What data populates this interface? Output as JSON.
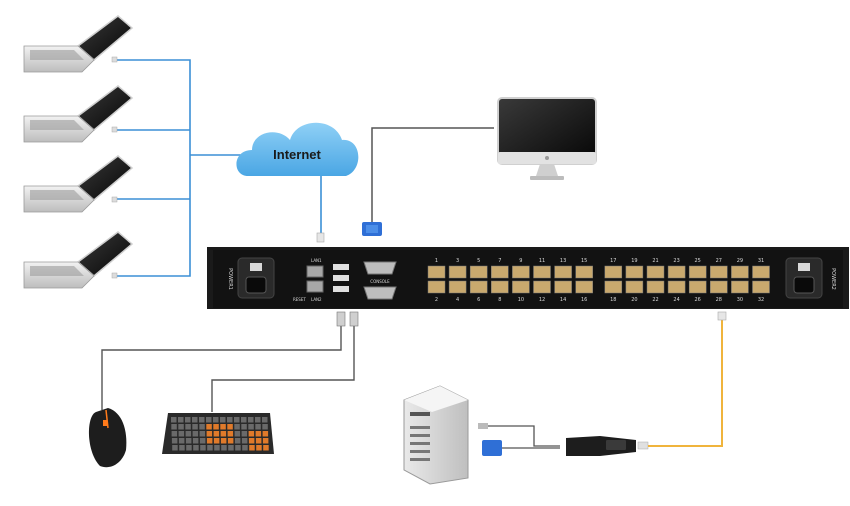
{
  "cloud": {
    "label": "Internet"
  },
  "kvm_switch": {
    "power_left": "POWER1",
    "power_right": "POWER2",
    "lan1": "LAN1",
    "lan2": "LAN2",
    "reset": "RESET",
    "console": "CONSOLE",
    "ports_top": [
      "1",
      "3",
      "5",
      "7",
      "9",
      "11",
      "13",
      "15",
      "17",
      "19",
      "21",
      "23",
      "25",
      "27",
      "29",
      "31"
    ],
    "ports_bottom": [
      "2",
      "4",
      "6",
      "8",
      "10",
      "12",
      "14",
      "16",
      "18",
      "20",
      "22",
      "24",
      "26",
      "28",
      "30",
      "32"
    ]
  },
  "colors": {
    "network_line": "#3b8fd6",
    "cable_line": "#555555",
    "server_cable": "#f0b43c",
    "cloud_fill": "#5fb3ea",
    "chassis": "#161616",
    "port_fill": "#c9a96e"
  },
  "icons": [
    "laptop-icon",
    "cloud-icon",
    "monitor-icon",
    "mouse-icon",
    "keyboard-icon",
    "server-icon",
    "kvm-switch-icon",
    "vga-adapter-icon"
  ]
}
